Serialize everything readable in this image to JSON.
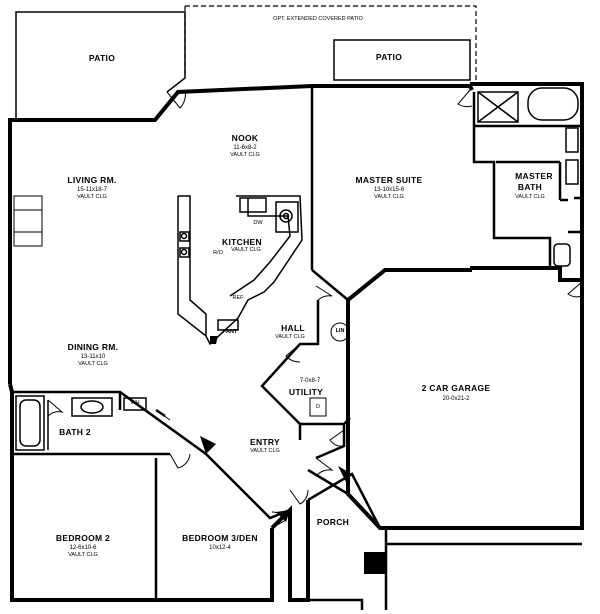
{
  "banner": "OPT. EXTENDED COVERED PATIO",
  "rooms": {
    "patio_left": {
      "name": "PATIO"
    },
    "patio_right": {
      "name": "PATIO"
    },
    "nook": {
      "name": "NOOK",
      "dims": "11-6x8-2",
      "ceiling": "VAULT CLG"
    },
    "living": {
      "name": "LIVING RM.",
      "dims": "15-11x18-7",
      "ceiling": "VAULT CLG"
    },
    "master_suite": {
      "name": "MASTER SUITE",
      "dims": "13-10x15-6",
      "ceiling": "VAULT CLG"
    },
    "master_bath": {
      "name": "MASTER",
      "name2": "BATH",
      "ceiling": "VAULT CLG"
    },
    "kitchen": {
      "name": "KITCHEN",
      "ceiling": "VAULT CLG"
    },
    "dining": {
      "name": "DINING RM.",
      "dims": "13-11x10",
      "ceiling": "VAULT CLG"
    },
    "hall": {
      "name": "HALL",
      "ceiling": "VAULT CLG"
    },
    "utility": {
      "name": "UTILITY",
      "dims": "7-0x8-7"
    },
    "garage": {
      "name": "2 CAR GARAGE",
      "dims": "20-0x21-2"
    },
    "bath2": {
      "name": "BATH 2"
    },
    "entry": {
      "name": "ENTRY",
      "ceiling": "VAULT CLG"
    },
    "porch": {
      "name": "PORCH"
    },
    "bedroom2": {
      "name": "BEDROOM 2",
      "dims": "12-6x10-6",
      "ceiling": "VAULT CLG"
    },
    "bedroom3": {
      "name": "BEDROOM 3/DEN",
      "dims": "10x12-4"
    }
  },
  "fixtures": {
    "dw": "DW",
    "rao": "R/O",
    "ref": "REF",
    "pant": "PANT",
    "lin": "LIN",
    "wh": "WH",
    "dr": "D"
  }
}
